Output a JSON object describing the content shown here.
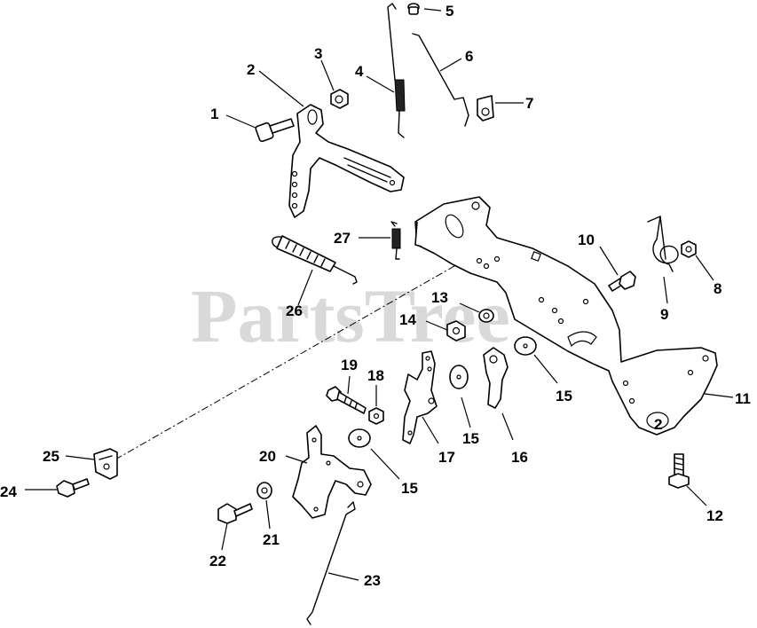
{
  "watermark": {
    "text": "PartsTree",
    "trademark": "TM"
  },
  "callouts": {
    "c1": "1",
    "c2": "2",
    "c2b": "2",
    "c3": "3",
    "c4": "4",
    "c5": "5",
    "c6": "6",
    "c7": "7",
    "c8": "8",
    "c9": "9",
    "c10": "10",
    "c11": "11",
    "c12": "12",
    "c13": "13",
    "c14": "14",
    "c15a": "15",
    "c15b": "15",
    "c15c": "15",
    "c16": "16",
    "c17": "17",
    "c18": "18",
    "c19": "19",
    "c20": "20",
    "c21": "21",
    "c22": "22",
    "c23": "23",
    "c24": "24",
    "c25": "25",
    "c26": "26",
    "c27": "27"
  }
}
